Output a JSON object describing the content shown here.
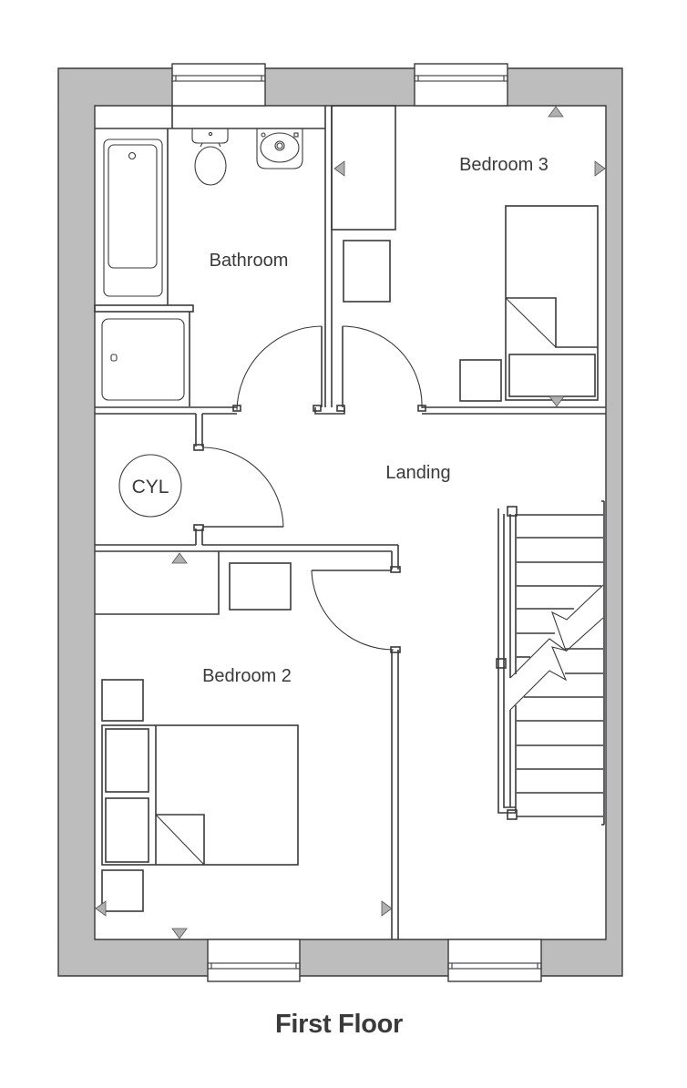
{
  "plan": {
    "title": "First Floor",
    "colors": {
      "wall_fill": "#bdbdbd",
      "line": "#3a3a3c",
      "background": "#ffffff",
      "arrow_fill": "#b0b0b0"
    },
    "rooms": [
      {
        "id": "bathroom",
        "label": "Bathroom"
      },
      {
        "id": "bedroom3",
        "label": "Bedroom 3"
      },
      {
        "id": "landing",
        "label": "Landing"
      },
      {
        "id": "bedroom2",
        "label": "Bedroom 2"
      }
    ],
    "fixtures": {
      "cylinder": "CYL"
    }
  }
}
